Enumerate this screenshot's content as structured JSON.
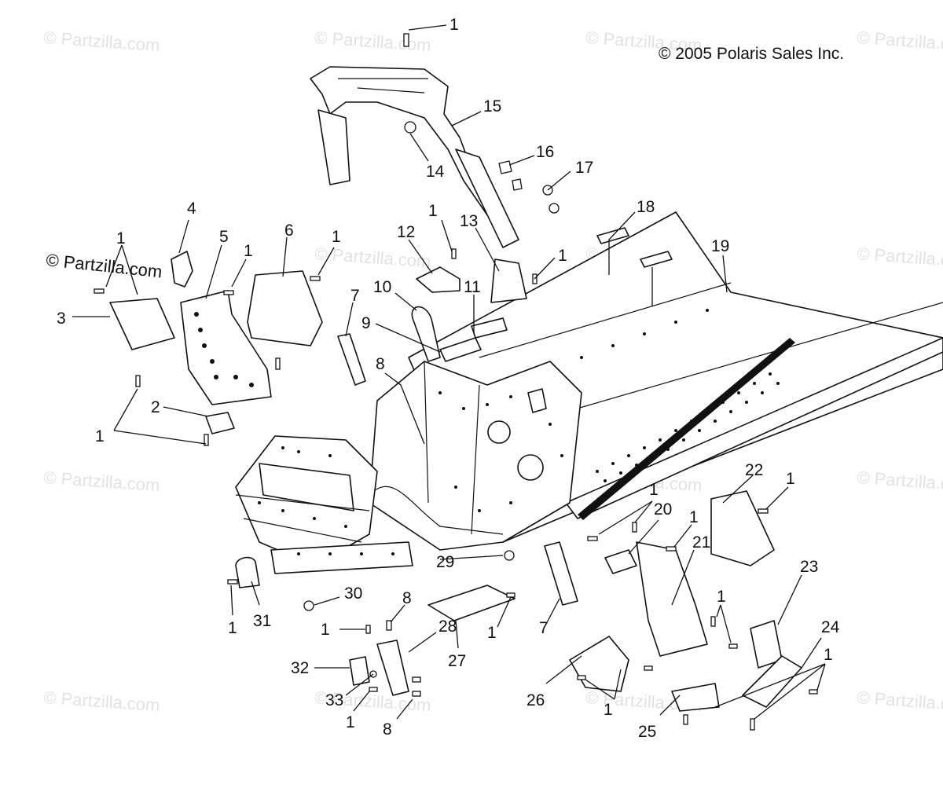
{
  "copyright": "© 2005 Polaris Sales Inc.",
  "watermark": "© Partzilla.com",
  "callouts": [
    {
      "label": "1"
    },
    {
      "label": "15"
    },
    {
      "label": "14"
    },
    {
      "label": "16"
    },
    {
      "label": "17"
    },
    {
      "label": "18"
    },
    {
      "label": "19"
    },
    {
      "label": "13"
    },
    {
      "label": "1"
    },
    {
      "label": "12"
    },
    {
      "label": "1"
    },
    {
      "label": "11"
    },
    {
      "label": "10"
    },
    {
      "label": "9"
    },
    {
      "label": "8"
    },
    {
      "label": "7"
    },
    {
      "label": "6"
    },
    {
      "label": "1"
    },
    {
      "label": "5"
    },
    {
      "label": "1"
    },
    {
      "label": "4"
    },
    {
      "label": "1"
    },
    {
      "label": "3"
    },
    {
      "label": "2"
    },
    {
      "label": "1"
    },
    {
      "label": "22"
    },
    {
      "label": "1"
    },
    {
      "label": "1"
    },
    {
      "label": "20"
    },
    {
      "label": "1"
    },
    {
      "label": "21"
    },
    {
      "label": "23"
    },
    {
      "label": "1"
    },
    {
      "label": "29"
    },
    {
      "label": "30"
    },
    {
      "label": "31"
    },
    {
      "label": "1"
    },
    {
      "label": "8"
    },
    {
      "label": "1"
    },
    {
      "label": "28"
    },
    {
      "label": "1"
    },
    {
      "label": "7"
    },
    {
      "label": "27"
    },
    {
      "label": "32"
    },
    {
      "label": "33"
    },
    {
      "label": "1"
    },
    {
      "label": "8"
    },
    {
      "label": "26"
    },
    {
      "label": "1"
    },
    {
      "label": "24"
    },
    {
      "label": "1"
    },
    {
      "label": "25"
    }
  ]
}
